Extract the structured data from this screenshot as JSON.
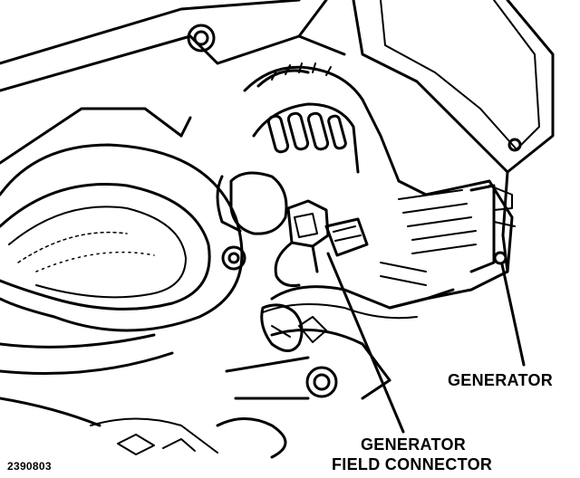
{
  "labels": {
    "generator": "GENERATOR",
    "field_connector_line1": "GENERATOR",
    "field_connector_line2": "FIELD CONNECTOR",
    "figure_id": "2390803"
  },
  "colors": {
    "ink": "#000000",
    "paper": "#ffffff"
  },
  "icons": {
    "generator": "generator-icon",
    "field_connector": "connector-icon",
    "bolt": "bolt-icon"
  }
}
